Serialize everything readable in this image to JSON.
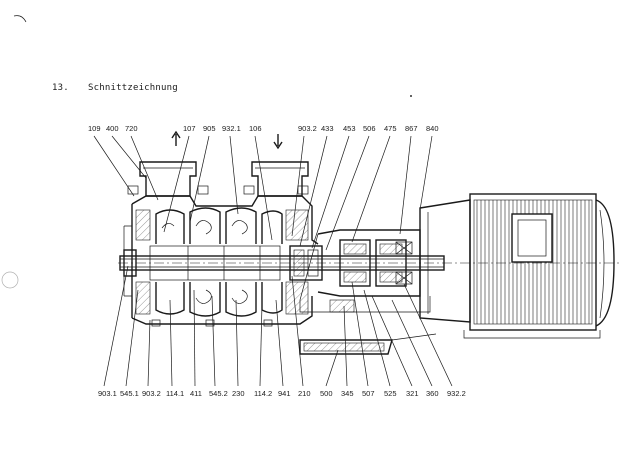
{
  "section": {
    "number": "13.",
    "title": "Schnittzeichnung"
  },
  "labels_top": [
    "109",
    "400",
    "720",
    "107",
    "905",
    "932.1",
    "106",
    "903.2",
    "433",
    "453",
    "506",
    "475",
    "867",
    "840"
  ],
  "labels_bottom": [
    "903.1",
    "545.1",
    "903.2",
    "114.1",
    "411",
    "545.2",
    "230",
    "114.2",
    "941",
    "210",
    "500",
    "345",
    "507",
    "525",
    "321",
    "360",
    "932.2"
  ],
  "colors": {
    "ink": "#1a1a1a",
    "paper": "#ffffff"
  }
}
